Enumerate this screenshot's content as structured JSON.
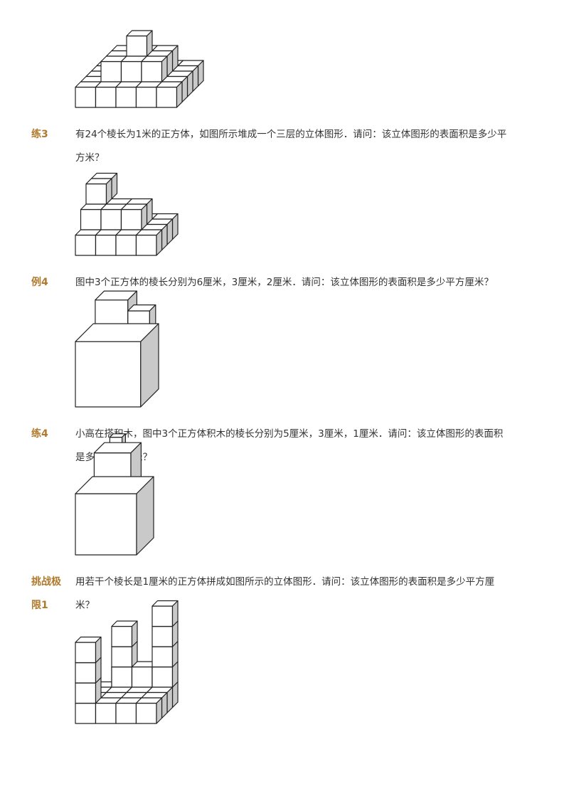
{
  "problems": [
    {
      "label": "练3",
      "text": "有24个棱长为1米的正方体，如图所示堆成一个三层的立体图形．请问：该立体图形的表面积是多少平方米？"
    },
    {
      "label": "例4",
      "text": "图中3个正方体的棱长分别为6厘米，3厘米，2厘米．请问：该立体图形的表面积是多少平方厘米？"
    },
    {
      "label": "练4",
      "text": "小高在搭积木，图中3个正方体积木的棱长分别为5厘米，3厘米，1厘米．请问：该立体图形的表面积是多少平方厘米？"
    },
    {
      "label": "挑战极\n限1",
      "text": "用若干个棱长是1厘米的正方体拼成如图所示的立体图形．请问：该立体图形的表面积是多少平方厘米？"
    }
  ]
}
